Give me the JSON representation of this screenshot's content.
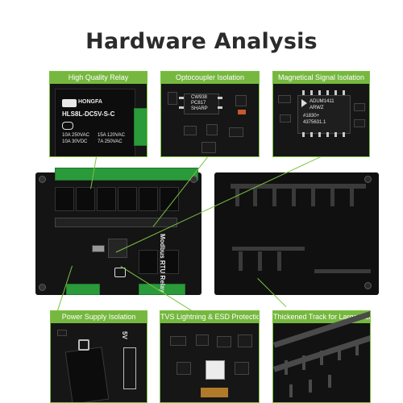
{
  "title": "Hardware Analysis",
  "callouts": [
    "High Quality Relay",
    "Optocoupler Isolation",
    "Magnetical Signal Isolation",
    "Power Supply Isolation",
    "TVS Lightning & ESD Protection",
    "Thickened Track for Large Current"
  ],
  "relay_label": {
    "brand": "HONGFA",
    "model": "HLS8L-DC5V-S-C",
    "rating_1": "10A 250VAC",
    "rating_2": "10A 30VDC",
    "rating_3": "15A 120VAC",
    "rating_4": "7A 250VAC"
  },
  "opto_chip": {
    "line1": "CW938",
    "line2": "PC817",
    "line3": "SHARP"
  },
  "isolator_chip": {
    "line1": "ADUM1411",
    "line2": "ARWZ",
    "line3": "#1830+",
    "line4": "4375631.1"
  },
  "board_text": {
    "side": "Modbus RTU Relay",
    "power_label": "5V"
  },
  "colors": {
    "accent": "#76b83f",
    "pcb": "#141414",
    "terminal": "#2a9a3a"
  }
}
